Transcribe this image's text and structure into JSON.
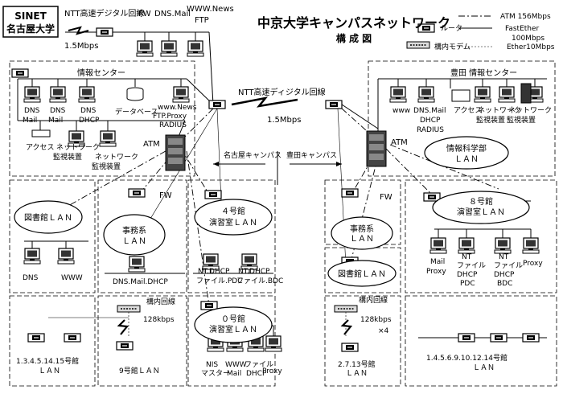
{
  "title": "中京大学キャンパスネットワーク",
  "subtitle": "構 成 図",
  "sinet": {
    "line1": "SINET",
    "line2": "名古屋大学"
  },
  "top": {
    "ntt_label": "NTT高速デジタル回線",
    "speed": "1.5Mbps",
    "fw": "FW",
    "dns": "DNS.Mail",
    "www": "WWW.News",
    "ftp": "FTP"
  },
  "legend": {
    "router": "ルータ",
    "atm": "ATM 156Mbps",
    "fast": "FastEther",
    "fast_speed": "100Mbps",
    "ether": "Ether10Mbps",
    "modem": "構内モデム"
  },
  "nagoya_center": {
    "title": "情報センター",
    "dns1": "DNS",
    "mail1": "Mail",
    "dns2": "DNS",
    "mail2": "Mail",
    "dns3": "DNS",
    "dhcp3": "DHCP",
    "db": "データベース",
    "www_news": "www.News",
    "ftp_proxy": "FTP.Proxy",
    "radius": "RADIUS",
    "access": "アクセス",
    "net1": "ネットワーク",
    "mon1": "監視装置",
    "net2": "ネットワーク",
    "mon2": "監視装置"
  },
  "ntt_mid": {
    "label": "NTT高速ディジタル回線",
    "speed": "1.5Mbps"
  },
  "campus_nagoya": "名古屋キャンパス",
  "campus_toyota": "豊田キャンパス",
  "atm": "ATM",
  "toyota_center": {
    "title": "豊田 情報センター",
    "www": "www",
    "dns_mail": "DNS.Mail",
    "dhcp": "DHCP",
    "radius": "RADIUS",
    "access": "アクセス",
    "net1": "ネットワーク",
    "mon1": "監視装置",
    "net2": "ネットワーク",
    "mon2": "監視装置",
    "info_sci1": "情報科学部",
    "info_sci2": "ＬＡＮ"
  },
  "lib_lan": {
    "line1": "図書館ＬＡＮ",
    "dns": "DNS",
    "www": "WWW"
  },
  "office_lan": {
    "fw": "FW",
    "line1": "事務系",
    "line2": "ＬＡＮ",
    "caption": "DNS.Mail.DHCP"
  },
  "b4_lan": {
    "line1": "４号館",
    "line2": "演習室ＬＡＮ",
    "s1a": "NT.DHCP",
    "s1b": "ファイル.PDC",
    "s2a": "NT.DHCP",
    "s2b": "ファイル.BDC"
  },
  "toyota_office": {
    "fw": "FW",
    "line1": "事務系",
    "line2": "ＬＡＮ"
  },
  "toyota_lib": "図書館ＬＡＮ",
  "b8_lan": {
    "line1": "８号館",
    "line2": "演習室ＬＡＮ",
    "s1a": "Mail",
    "s1b": "Proxy",
    "s2a": "NT",
    "s2b": "ファイル",
    "s2c": "DHCP",
    "s2d": "PDC",
    "s3a": "NT",
    "s3b": "ファイル",
    "s3c": "DHCP",
    "s3d": "BDC",
    "s4": "Proxy"
  },
  "lan_1345": {
    "line1": "1.3.4.5.14.15号館",
    "line2": "ＬＡＮ"
  },
  "lan_9": {
    "modem_label": "構内回線",
    "speed": "128kbps",
    "caption": "9号館ＬＡＮ"
  },
  "b0_lan": {
    "line1": "０号館",
    "line2": "演習室ＬＡＮ",
    "s1a": "NIS",
    "s1b": "マスター",
    "s2a": "WWW",
    "s2b": "Mail",
    "s3a": "ファイル",
    "s3b": "DHCP",
    "s4": "Proxy"
  },
  "lan_27": {
    "modem_label": "構内回線",
    "speed": "128kbps",
    "times": "×4",
    "caption": "2.7.13号館",
    "caption2": "ＬＡＮ"
  },
  "lan_145": {
    "line1": "1.4.5.6.9.10.12.14号館",
    "line2": "ＬＡＮ"
  }
}
